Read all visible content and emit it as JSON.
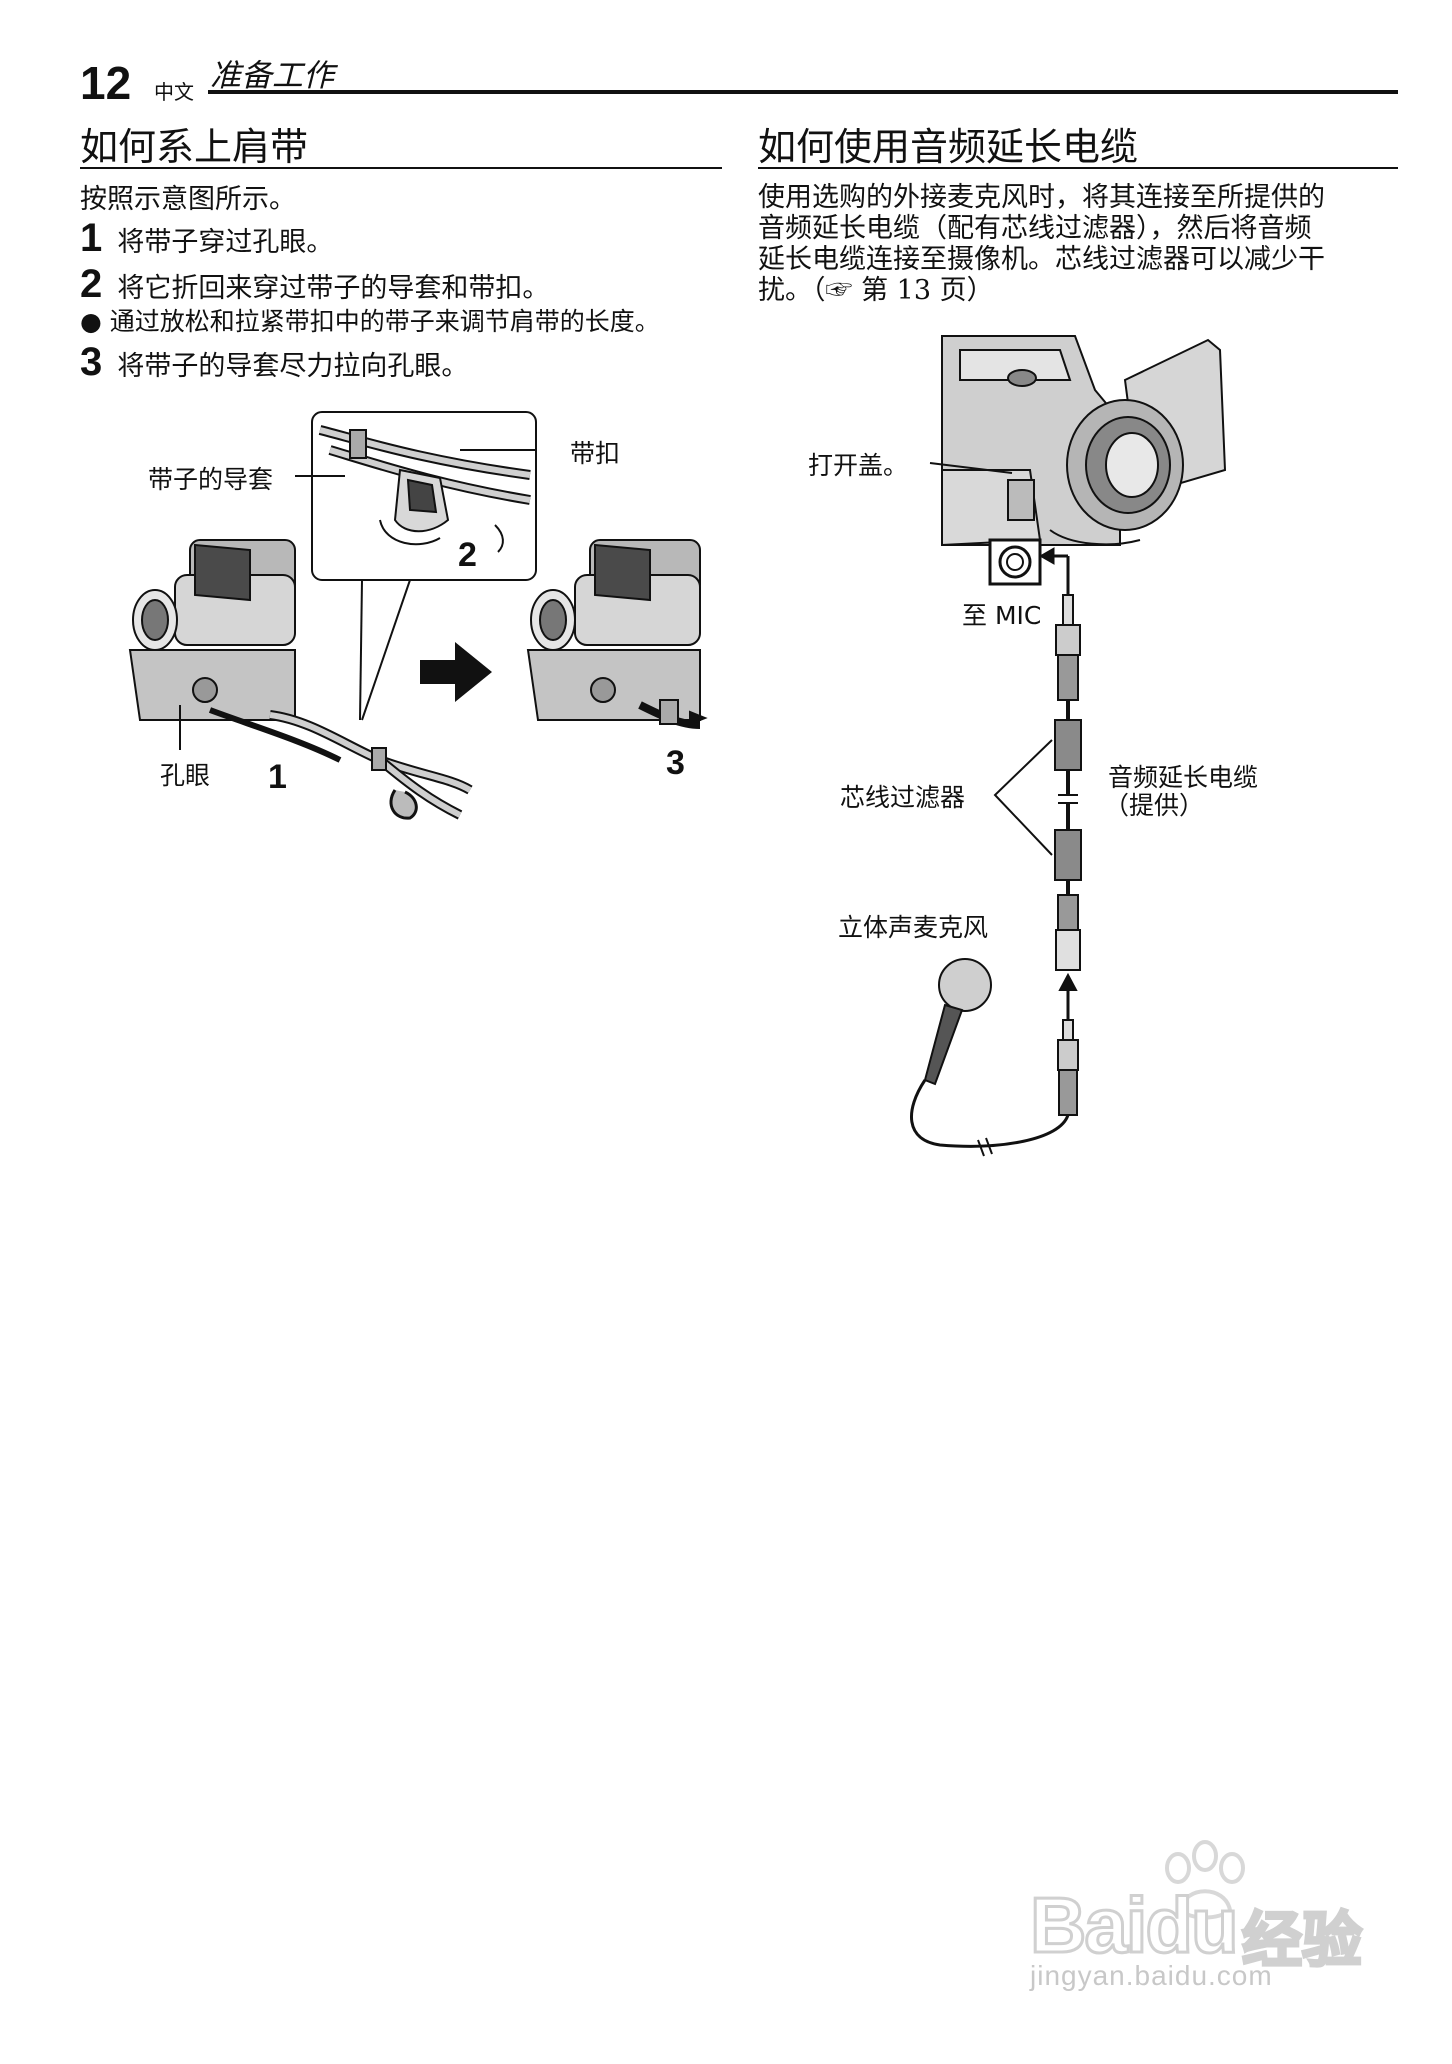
{
  "header": {
    "page_number": "12",
    "language": "中文",
    "section": "准备工作"
  },
  "left": {
    "title": "如何系上肩带",
    "intro": "按照示意图所示。",
    "steps": [
      {
        "num": "1",
        "text": "将带子穿过孔眼。"
      },
      {
        "num": "2",
        "text": "将它折回来穿过带子的导套和带扣。"
      },
      {
        "num": "3",
        "text": "将带子的导套尽力拉向孔眼。"
      }
    ],
    "bullet": "● 通过放松和拉紧带扣中的带子来调节肩带的长度。",
    "figure": {
      "label_strap_guide": "带子的导套",
      "label_buckle": "带扣",
      "label_eyelet": "孔眼",
      "num_1": "1",
      "num_2": "2",
      "num_3": "3"
    }
  },
  "right": {
    "title": "如何使用音频延长电缆",
    "paragraph": [
      "使用选购的外接麦克风时，将其连接至所提供的",
      "音频延长电缆（配有芯线过滤器），然后将音频",
      "延长电缆连接至摄像机。芯线过滤器可以减少干",
      "扰。（☞ 第 13 页）"
    ],
    "figure": {
      "label_open_cover": "打开盖。",
      "label_to_mic": "至 MIC",
      "label_core_filter": "芯线过滤器",
      "label_cable_1": "音频延长电缆",
      "label_cable_2": "（提供）",
      "label_stereo_mic": "立体声麦克风"
    }
  },
  "watermark": {
    "brand": "Bai",
    "brand2": "du",
    "product": "经验",
    "url": "jingyan.baidu.com"
  }
}
